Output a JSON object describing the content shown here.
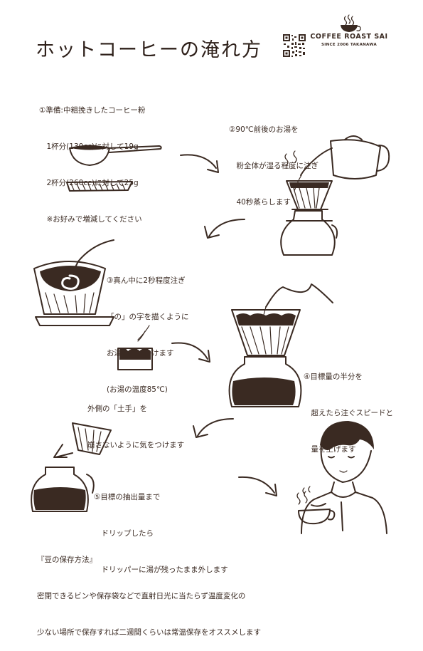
{
  "title": "ホットコーヒーの淹れ方",
  "brand": {
    "name": "COFFEE ROAST SAI",
    "since": "SINCE 2006 TAKANAWA"
  },
  "step1": {
    "lines": [
      "①準備:中粗挽きしたコーヒー粉",
      "　1杯分(130cc)に対して19g",
      "　2杯分(260cc)に対して25g",
      "　※お好みで増減してください"
    ]
  },
  "step2": {
    "lines": [
      "②90℃前後のお湯を",
      "　粉全体が湿る程度に注ぎ",
      "　40秒蒸らします"
    ]
  },
  "step3": {
    "lines": [
      "③真ん中に2秒程度注ぎ",
      "「の」の字を描くように",
      "お湯を回しかけます",
      "(お湯の温度85℃)"
    ]
  },
  "bank_note": {
    "lines": [
      "外側の「土手」を",
      "崩さないように気をつけます"
    ]
  },
  "step4": {
    "lines": [
      "④目標量の半分を",
      "　超えたら注ぐスピードと",
      "　量を上げます"
    ]
  },
  "step5": {
    "lines": [
      "⑤目標の抽出量まで",
      "　ドリップしたら",
      "　ドリッパーに湯が残ったまま外します"
    ]
  },
  "storage": {
    "heading": "『豆の保存方法』",
    "lines": [
      "密閉できるビンや保存袋などで直射日光に当たらず温度変化の",
      "少ない場所で保存すれば二週間くらいは常温保存をオススメします"
    ]
  }
}
